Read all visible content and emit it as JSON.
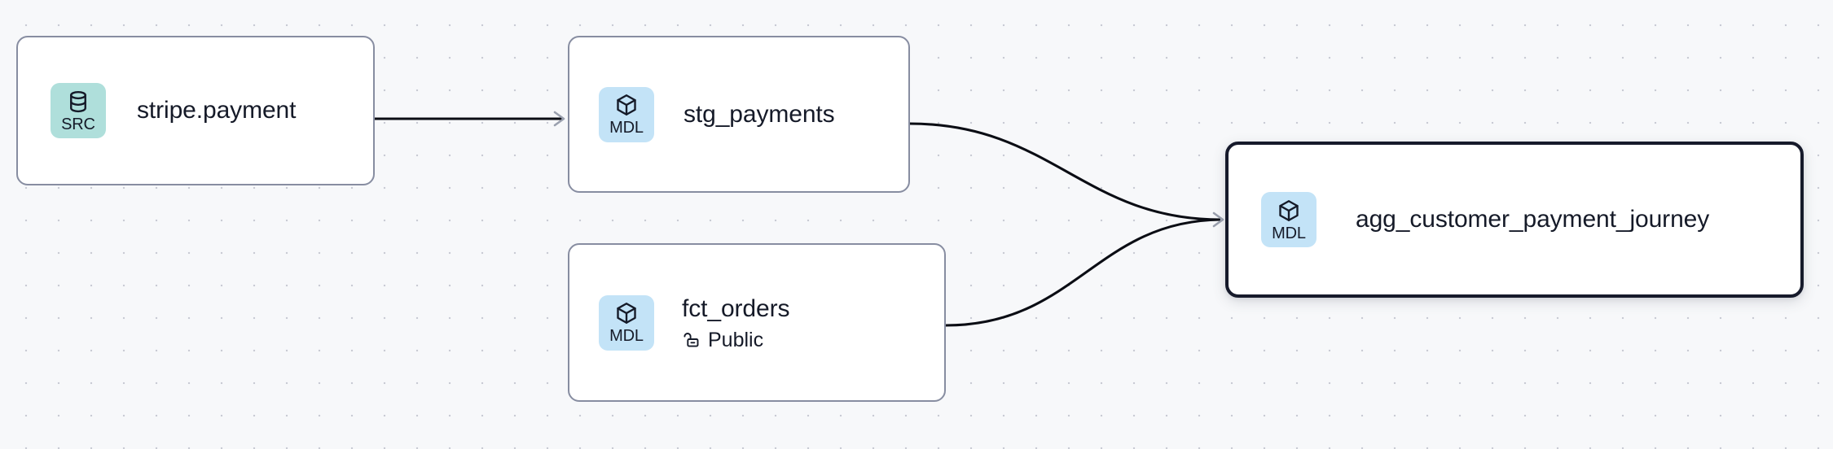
{
  "graph": {
    "title": "data-lineage-graph",
    "background_color": "#f7f8fa",
    "grid": "dot-grid",
    "edge_color": "#0b0d14",
    "arrow_color": "#9aa0ae"
  },
  "badges": {
    "source": {
      "label": "SRC",
      "color": "#afdfdb",
      "icon": "database-icon"
    },
    "model": {
      "label": "MDL",
      "color": "#c3e3f7",
      "icon": "cube-icon"
    }
  },
  "nodes": [
    {
      "id": "stripe-payment",
      "title": "stripe.payment",
      "badge_label": "SRC",
      "badge_type": "source",
      "icon": "database-icon",
      "selected": false,
      "subtitle": null
    },
    {
      "id": "stg-payments",
      "title": "stg_payments",
      "badge_label": "MDL",
      "badge_type": "model",
      "icon": "cube-icon",
      "selected": false,
      "subtitle": null
    },
    {
      "id": "fct-orders",
      "title": "fct_orders",
      "badge_label": "MDL",
      "badge_type": "model",
      "icon": "cube-icon",
      "selected": false,
      "subtitle": "Public",
      "subtitle_icon": "unlock-icon"
    },
    {
      "id": "agg-journey",
      "title": "agg_customer_payment_journey",
      "badge_label": "MDL",
      "badge_type": "model",
      "icon": "cube-icon",
      "selected": true,
      "subtitle": null
    }
  ],
  "edges": [
    {
      "from": "stripe-payment",
      "to": "stg-payments",
      "style": "straight"
    },
    {
      "from": "stg-payments",
      "to": "agg-journey",
      "style": "bezier"
    },
    {
      "from": "fct-orders",
      "to": "agg-journey",
      "style": "bezier"
    }
  ]
}
